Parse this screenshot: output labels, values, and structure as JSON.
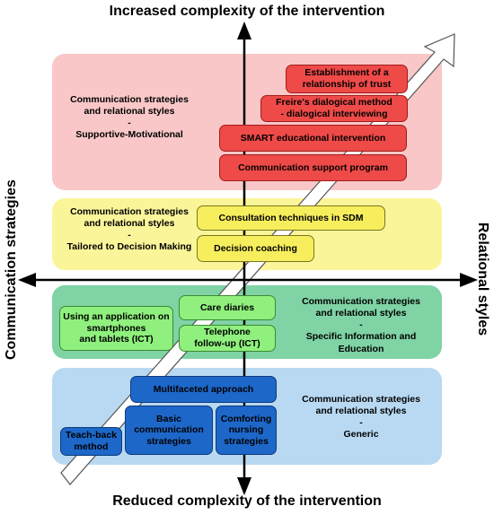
{
  "axes": {
    "top": "Increased complexity of the intervention",
    "bottom": "Reduced complexity of the intervention",
    "left": "Communication strategies",
    "right": "Relational styles"
  },
  "bands": {
    "red": {
      "label_line1": "Communication strategies",
      "label_line2": "and relational styles",
      "label_line3": "-",
      "label_line4": "Supportive-Motivational",
      "color": "#f9c7c7"
    },
    "yellow": {
      "label_line1": "Communication strategies",
      "label_line2": "and relational styles",
      "label_line3": "-",
      "label_line4": "Tailored to Decision Making",
      "color": "#fbf59a"
    },
    "green": {
      "label_line1": "Communication strategies",
      "label_line2": "and relational styles",
      "label_line3": "-",
      "label_line4": "Specific Information and",
      "label_line5": "Education",
      "color": "#7fd3a5"
    },
    "blue": {
      "label_line1": "Communication strategies",
      "label_line2": "and relational styles",
      "label_line3": "-",
      "label_line4": "Generic",
      "color": "#b9d9f2"
    }
  },
  "interventions": {
    "trust": {
      "line1": "Establishment of a",
      "line2": "relationship of trust"
    },
    "freire": {
      "line1": "Freire's dialogical method",
      "line2": "- dialogical interviewing"
    },
    "smart": "SMART educational intervention",
    "support": "Communication support program",
    "consultation": "Consultation techniques in SDM",
    "coaching": "Decision coaching",
    "diaries": "Care diaries",
    "telephone": {
      "line1": "Telephone",
      "line2": "follow-up (ICT)"
    },
    "app": {
      "line1": "Using an application on",
      "line2": "smartphones",
      "line3": "and tablets (ICT)"
    },
    "multifaceted": "Multifaceted approach",
    "basic": {
      "line1": "Basic",
      "line2": "communication",
      "line3": "strategies"
    },
    "comforting": {
      "line1": "Comforting",
      "line2": "nursing",
      "line3": "strategies"
    },
    "teachback": {
      "line1": "Teach-back",
      "line2": "method"
    }
  }
}
